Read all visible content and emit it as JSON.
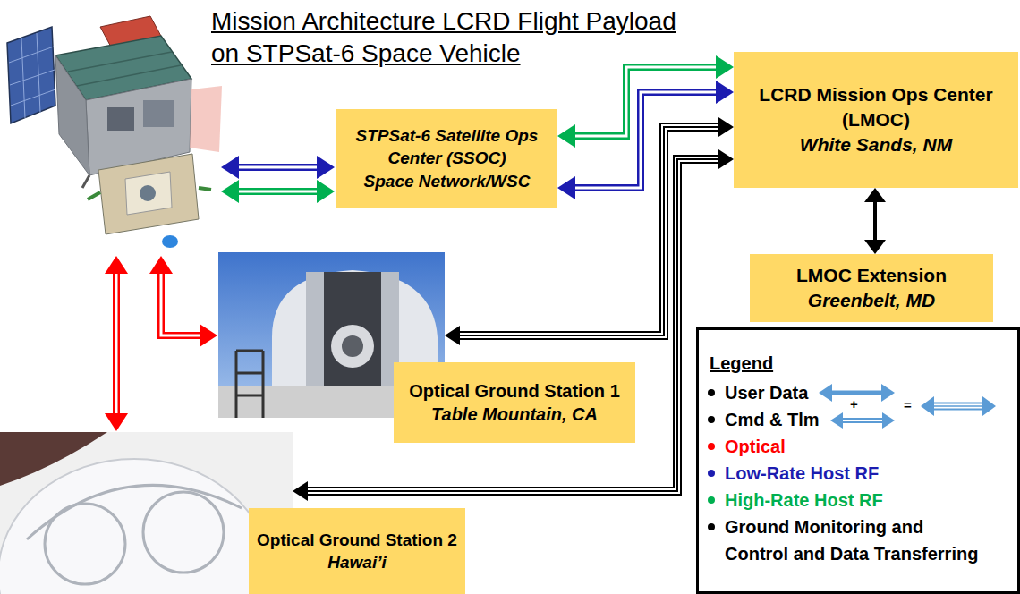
{
  "diagram": {
    "title": "Mission Architecture LCRD Flight Payload on STPSat-6 Space Vehicle",
    "nodes": [
      {
        "text": [
          "STPSat-6 Satellite Ops Center (SSOC)",
          "Space Network/WSC"
        ]
      },
      {
        "text": [
          "LCRD Mission Ops Center (LMOC)",
          "White Sands, NM"
        ]
      },
      {
        "text": [
          "LMOC Extension",
          "Greenbelt, MD"
        ]
      },
      {
        "text": [
          "Optical Ground Station 1",
          "Table Mountain, CA"
        ]
      },
      {
        "text": [
          "Optical Ground Station 2",
          "Hawai’i"
        ]
      }
    ],
    "edges": [
      {
        "from": 0,
        "to": 1,
        "arrow": "both"
      },
      {
        "from": 0,
        "to": 1,
        "arrow": "both"
      },
      {
        "from": 1,
        "to": 2,
        "arrow": "both"
      },
      {
        "from": 1,
        "to": 3,
        "arrow": "both"
      },
      {
        "from": 1,
        "to": 4,
        "arrow": "both"
      }
    ],
    "labels": [
      "Legend",
      "+",
      "="
    ],
    "legend": [
      {
        "text": "User Data"
      },
      {
        "text": "Cmd & Tlm"
      },
      {
        "text": "Optical",
        "color": "#ff0000"
      },
      {
        "text": "Low-Rate Host RF",
        "color": "#1c1cb0"
      },
      {
        "text": "High-Rate Host RF",
        "color": "#00b050"
      },
      {
        "text": "Ground Monitoring and Control and Data Transferring",
        "color": "#000000"
      }
    ]
  }
}
